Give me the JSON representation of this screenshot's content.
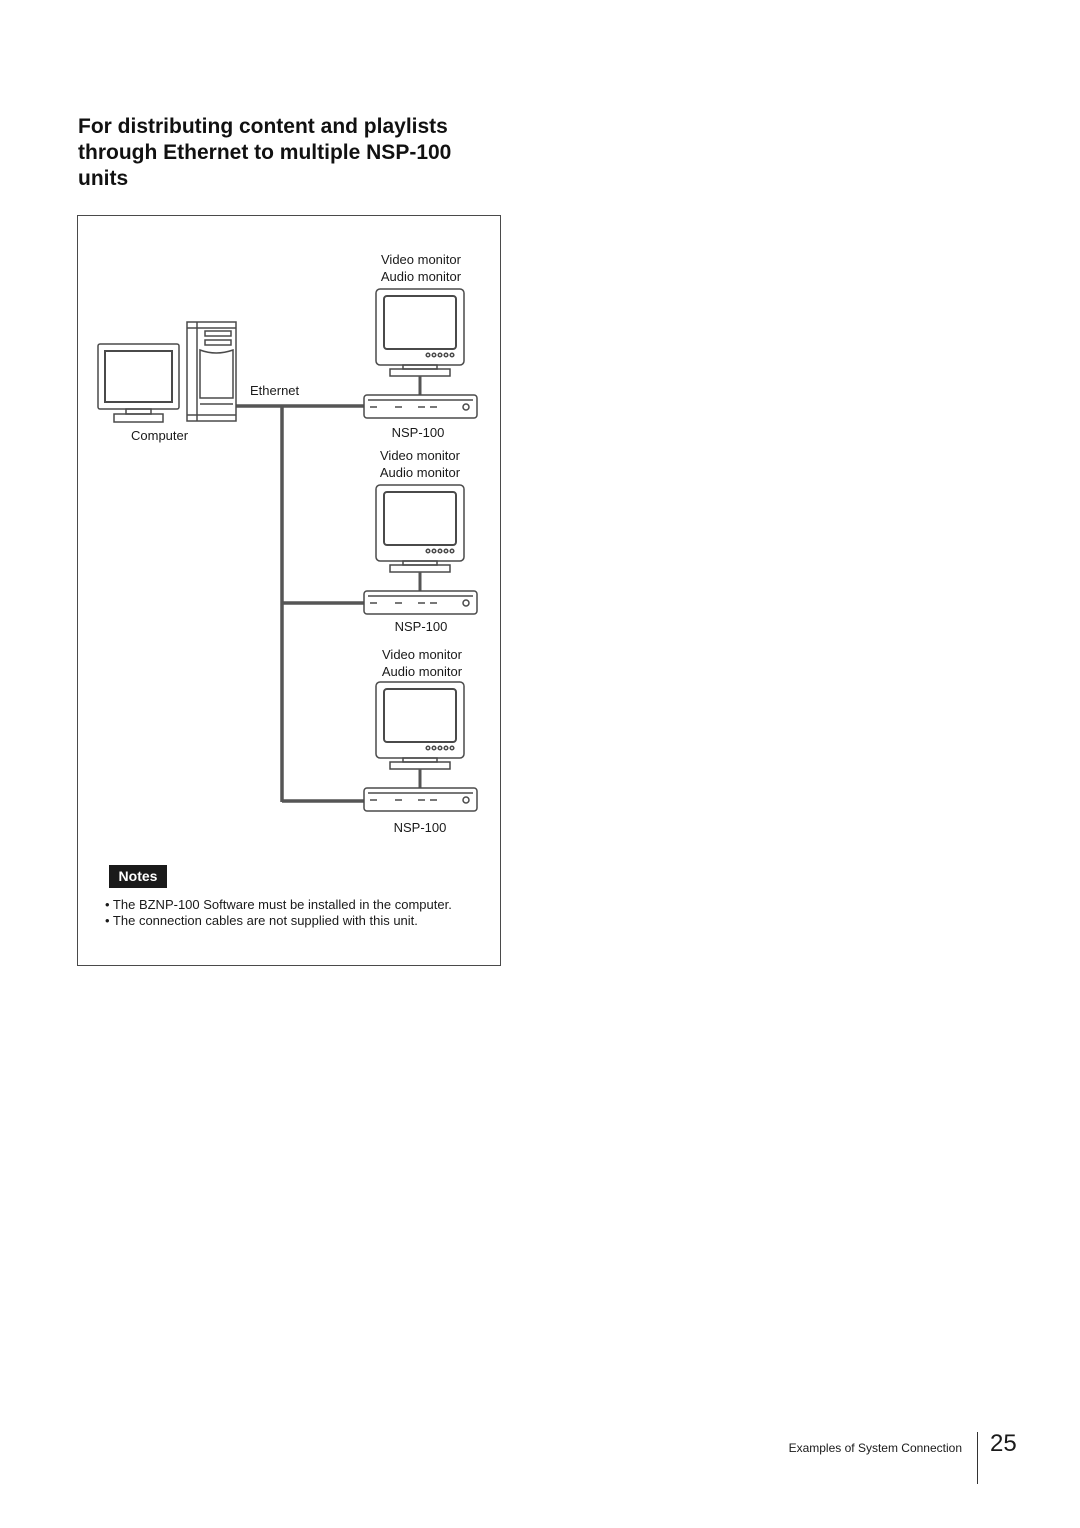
{
  "heading": {
    "lines": [
      "For distributing content and playlists",
      "through Ethernet to multiple NSP-100",
      "units"
    ]
  },
  "diagram": {
    "computer_label": "Computer",
    "ethernet_label": "Ethernet",
    "units": [
      {
        "monitor_label_1": "Video monitor",
        "monitor_label_2": "Audio monitor",
        "player_label": "NSP-100"
      },
      {
        "monitor_label_1": "Video monitor",
        "monitor_label_2": "Audio monitor",
        "player_label": "NSP-100"
      },
      {
        "monitor_label_1": "Video monitor",
        "monitor_label_2": "Audio monitor",
        "player_label": "NSP-100"
      }
    ]
  },
  "notes": {
    "tag": "Notes",
    "items": [
      "• The BZNP-100 Software must be installed in the computer.",
      "• The connection cables are not supplied with this unit."
    ]
  },
  "footer": {
    "section": "Examples of System Connection",
    "page_number": "25"
  },
  "colors": {
    "line": "#4a4a4a",
    "text": "#1a1a1a",
    "notes_tag_bg": "#1a1a1a"
  }
}
